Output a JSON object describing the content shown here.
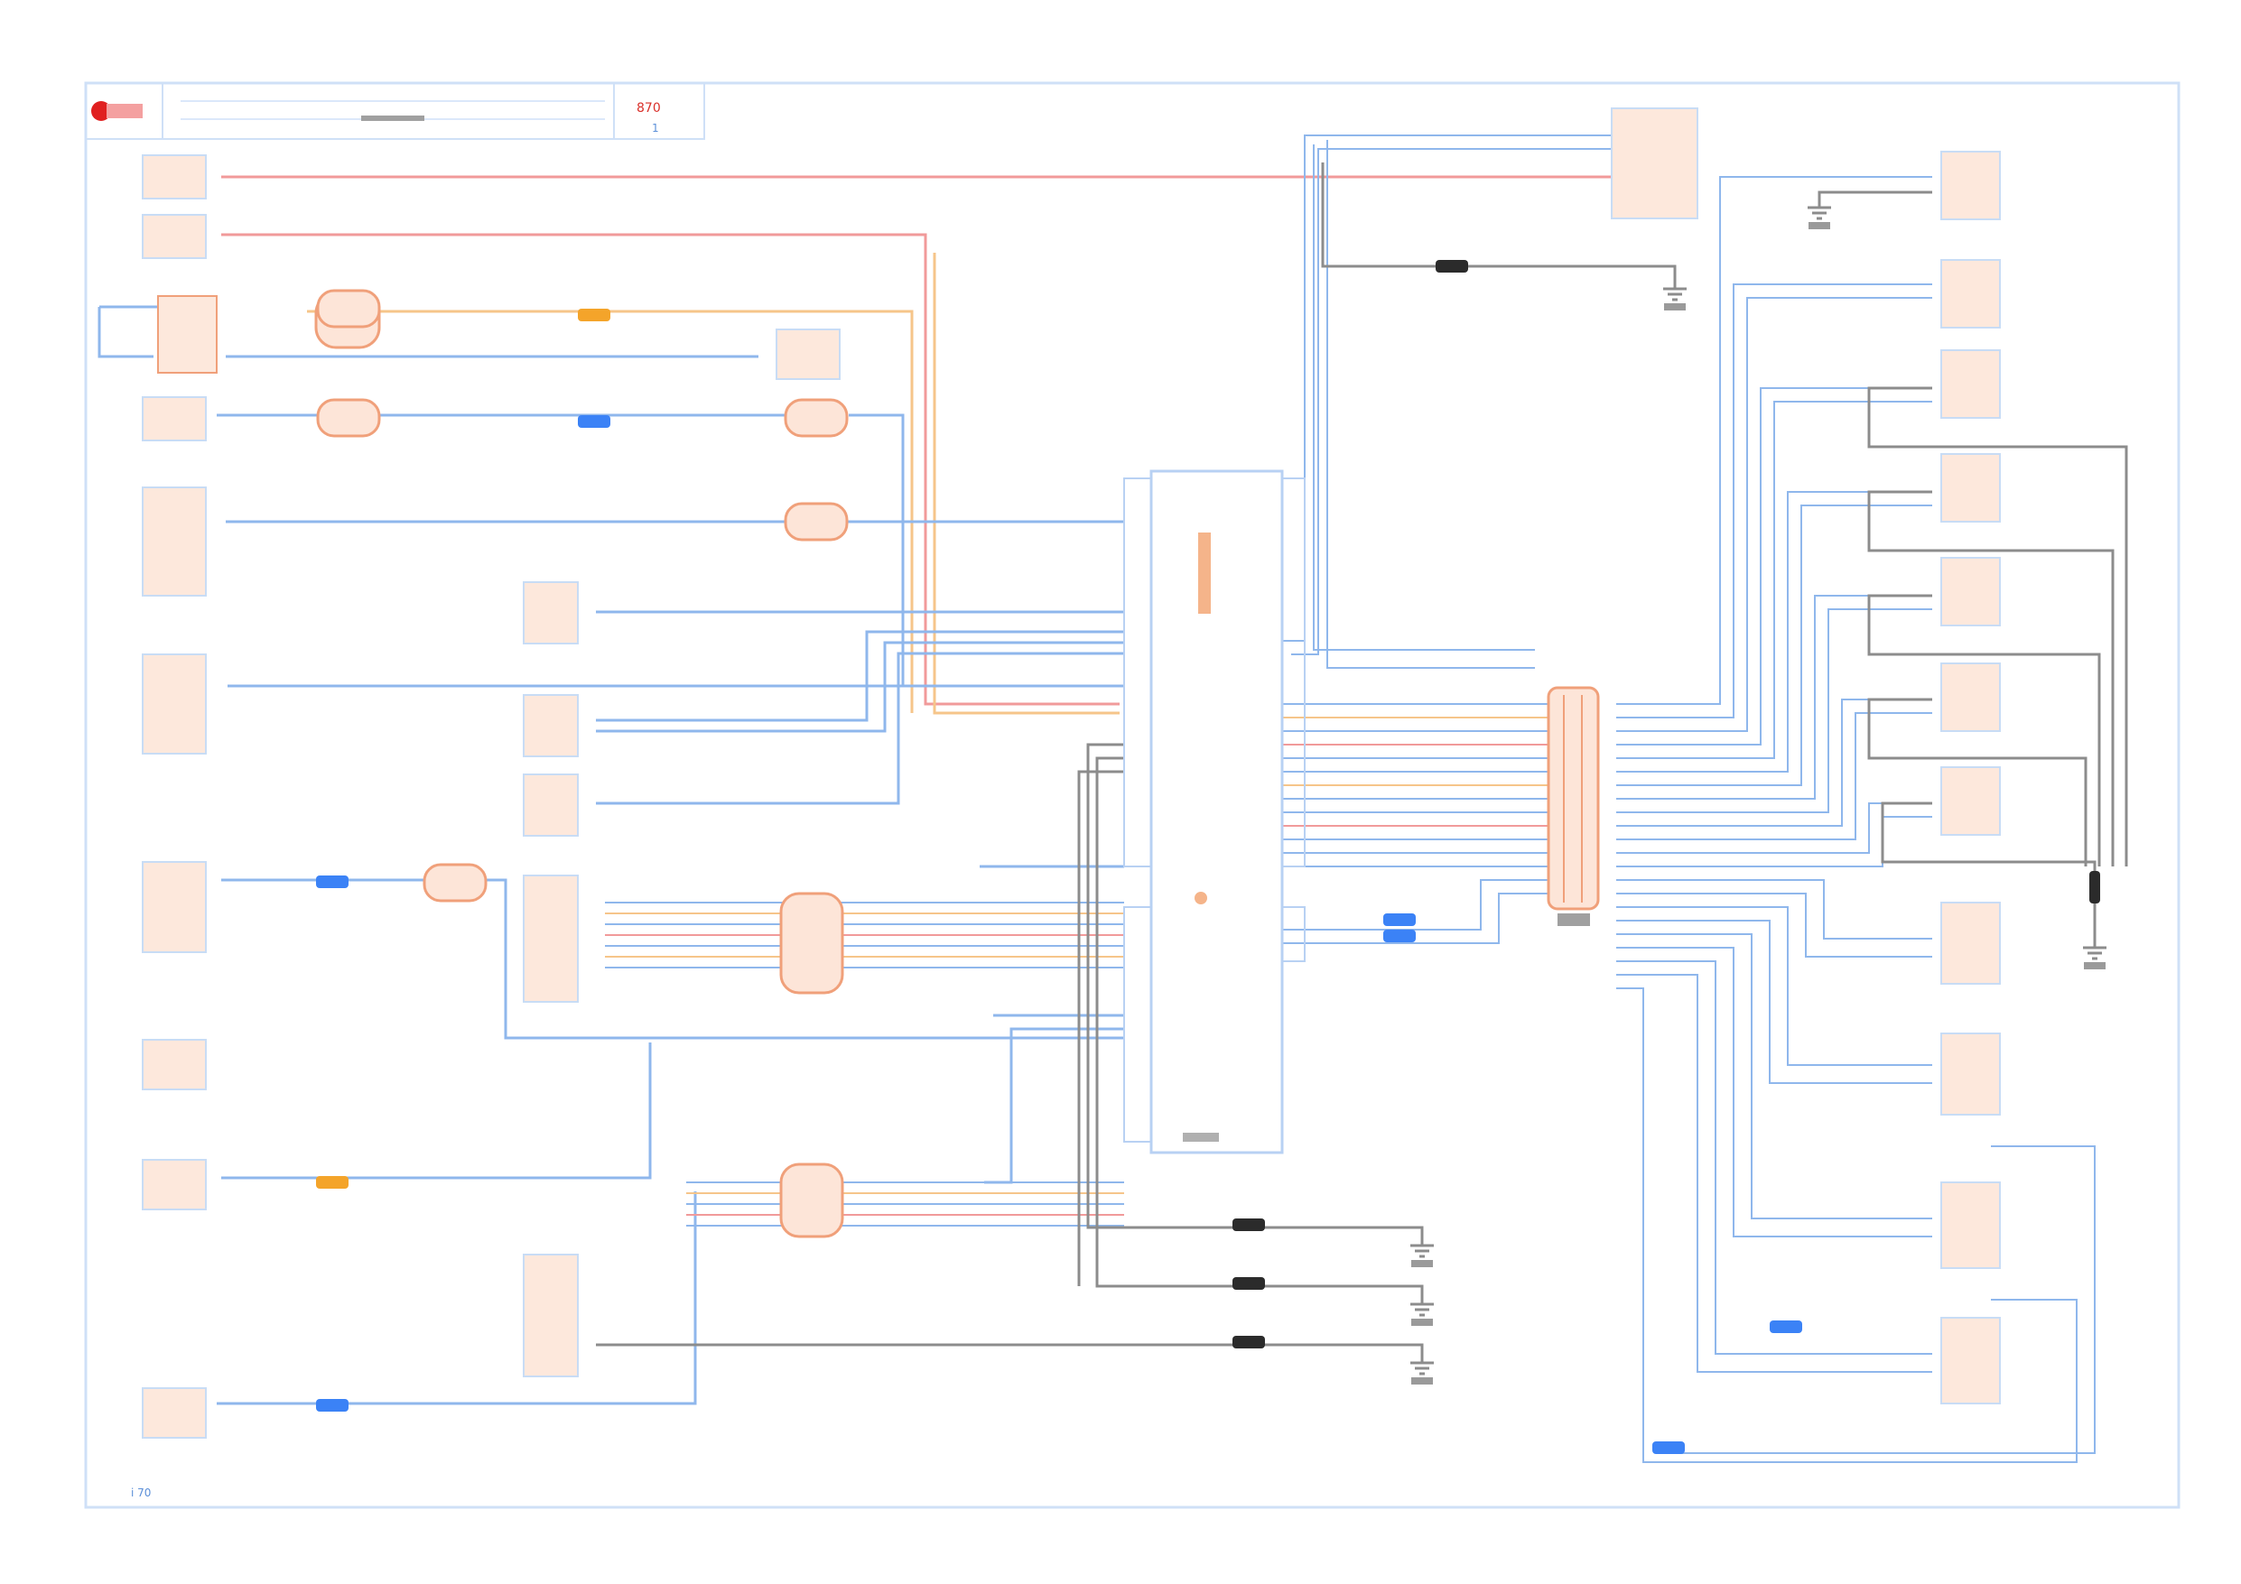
{
  "title_block": {
    "sheet_code": "870",
    "page": "1",
    "footer_mark": "i 70"
  },
  "colors": {
    "wire_blue": "#8fb7ec",
    "wire_red": "#f19a9a",
    "wire_orange": "#f6c58a",
    "wire_gray": "#8c8c8c",
    "frame": "#cfe0f7",
    "component": "#f0a07a",
    "connector_blue": "#3b82f6",
    "connector_orange": "#f4a42a",
    "connector_black": "#2b2b2b"
  }
}
